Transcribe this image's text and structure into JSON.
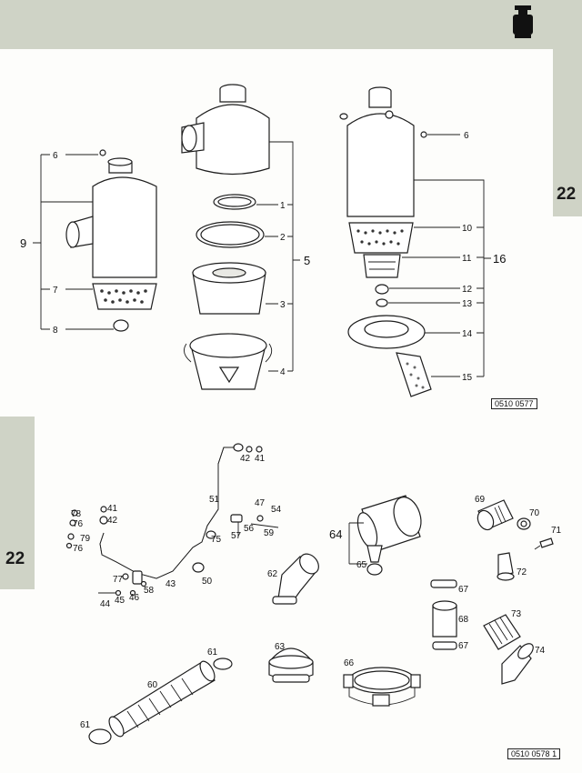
{
  "header": {
    "section_number": "22"
  },
  "top_figure": {
    "reference_code": "0510 0577",
    "callouts": {
      "c1": "1",
      "c2": "2",
      "c3": "3",
      "c4": "4",
      "c5": "5",
      "c6a": "6",
      "c6b": "6",
      "c7": "7",
      "c8": "8",
      "c9": "9",
      "c10": "10",
      "c11": "11",
      "c12": "12",
      "c13": "13",
      "c14": "14",
      "c15": "15",
      "c16": "16"
    }
  },
  "bottom_figure": {
    "section_number": "22",
    "reference_code": "0510 0578",
    "reference_suffix": "1",
    "callouts": {
      "c41a": "41",
      "c42a": "42",
      "c41b": "41",
      "c42b": "42",
      "c78": "78",
      "c76a": "76",
      "c79": "79",
      "c76b": "76",
      "c51": "51",
      "c47": "47",
      "c54": "54",
      "c56": "56",
      "c57": "57",
      "c59": "59",
      "c75": "75",
      "c50": "50",
      "c43": "43",
      "c77": "77",
      "c58": "58",
      "c46": "46",
      "c45": "45",
      "c44": "44",
      "c64": "64",
      "c65": "65",
      "c62": "62",
      "c63": "63",
      "c60": "60",
      "c61a": "61",
      "c61b": "61",
      "c66": "66",
      "c69": "69",
      "c70": "70",
      "c71": "71",
      "c72": "72",
      "c67a": "67",
      "c68": "68",
      "c67b": "67",
      "c73": "73",
      "c74": "74"
    }
  }
}
